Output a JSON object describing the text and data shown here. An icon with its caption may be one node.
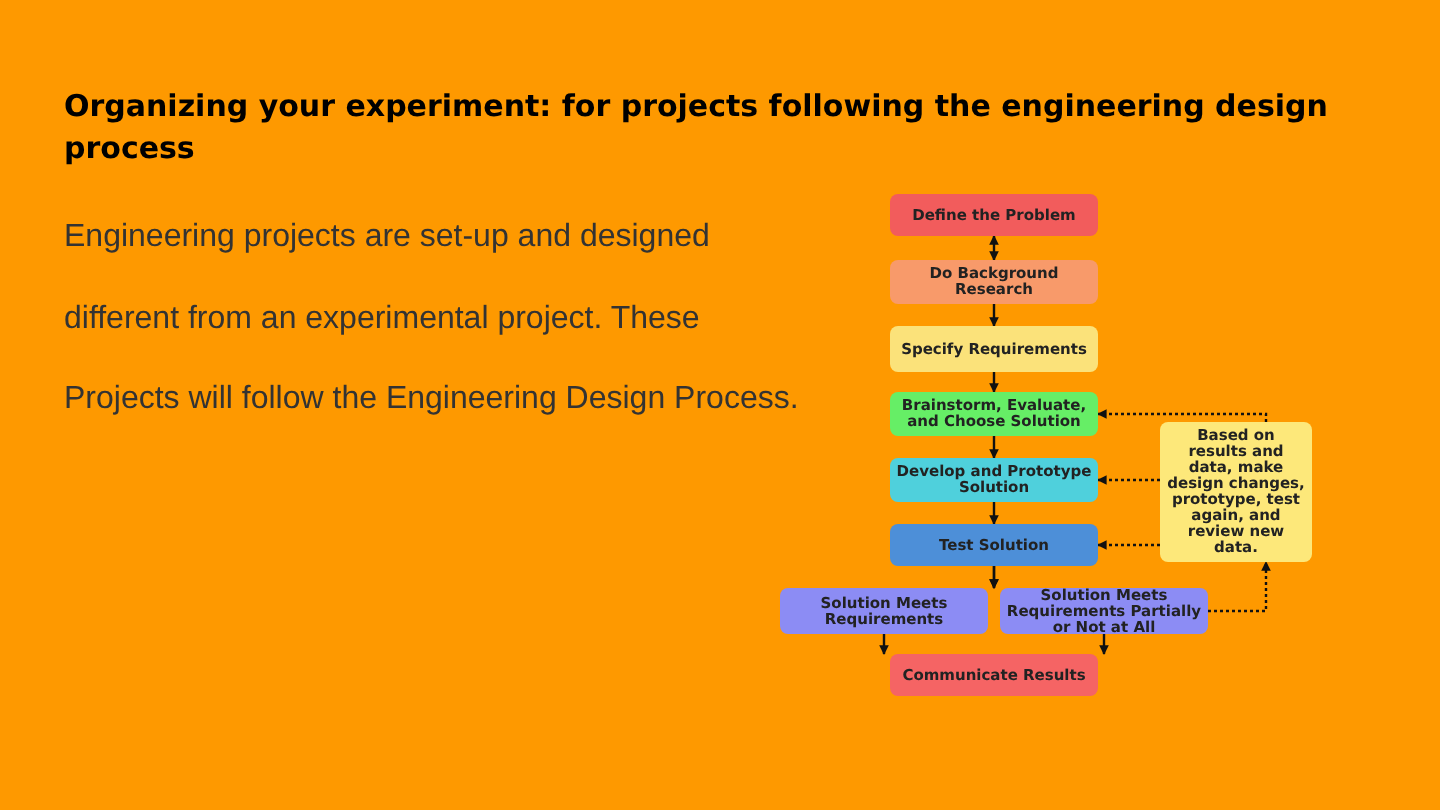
{
  "diagram": {
    "title": "Organizing your experiment: for projects following the engineering design process",
    "nodes": [
      {
        "text": [
          "Define the Problem"
        ]
      },
      {
        "text": [
          "Do Background Research"
        ]
      },
      {
        "text": [
          "Specify Requirements"
        ]
      },
      {
        "text": [
          "Brainstorm, Evaluate, and Choose Solution"
        ]
      },
      {
        "text": [
          "Develop and Prototype Solution"
        ]
      },
      {
        "text": [
          "Test Solution"
        ]
      },
      {
        "text": [
          "Solution Meets Requirements"
        ]
      },
      {
        "text": [
          "Solution Meets Requirements Partially or Not at All"
        ]
      },
      {
        "text": [
          "Communicate Results"
        ]
      },
      {
        "text": [
          "Based on results and data, make design changes, prototype, test again, and review new data."
        ]
      }
    ],
    "edges": [
      {
        "from": 0,
        "to": 1,
        "arrow": "both"
      },
      {
        "from": 1,
        "to": 2,
        "arrow": "to"
      },
      {
        "from": 2,
        "to": 3,
        "arrow": "to"
      },
      {
        "from": 3,
        "to": 4,
        "arrow": "to"
      },
      {
        "from": 4,
        "to": 5,
        "arrow": "to"
      },
      {
        "from": 5,
        "to": 6,
        "arrow": "to"
      },
      {
        "from": 5,
        "to": 7,
        "arrow": "to"
      },
      {
        "from": 6,
        "to": 8,
        "arrow": "to"
      },
      {
        "from": 7,
        "to": 8,
        "arrow": "to"
      },
      {
        "from": 7,
        "to": 9,
        "arrow": "to",
        "style": "dashed"
      },
      {
        "from": 9,
        "to": 3,
        "arrow": "to",
        "style": "dashed"
      },
      {
        "from": 9,
        "to": 4,
        "arrow": "to",
        "style": "dashed"
      },
      {
        "from": 9,
        "to": 5,
        "arrow": "to",
        "style": "dashed"
      }
    ],
    "labels": [
      "Engineering projects are set-up and designed different from an experimental project. These Projects will follow the Engineering Design Process."
    ]
  }
}
